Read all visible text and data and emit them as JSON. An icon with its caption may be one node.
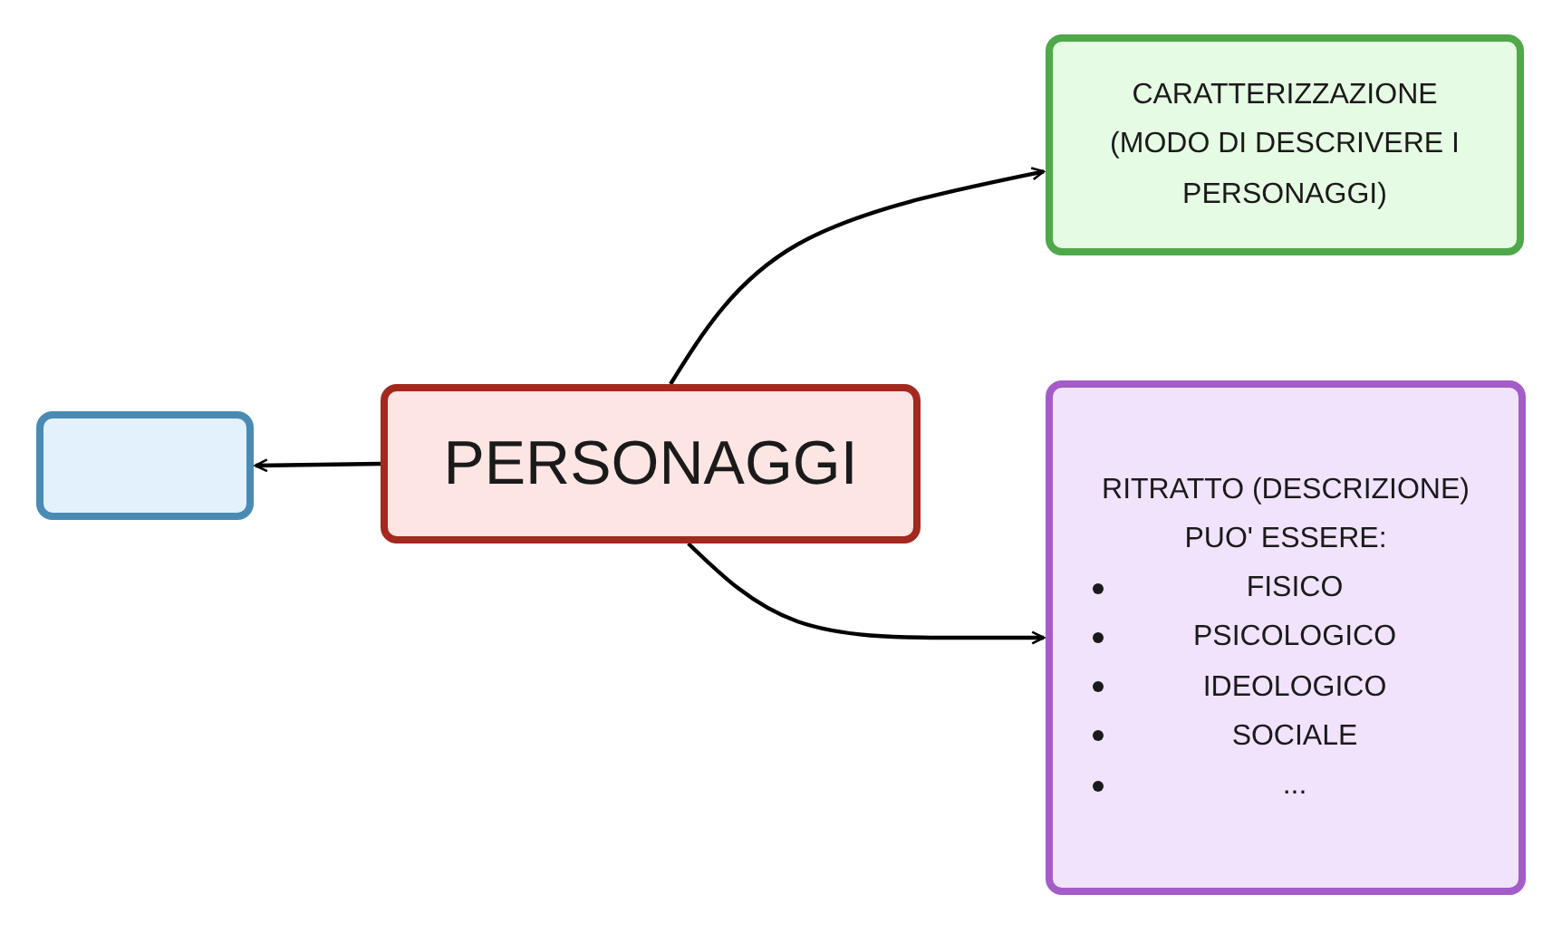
{
  "diagram": {
    "nodes": [
      {
        "text": [
          "PERSONAGGI"
        ]
      },
      {
        "text": [],
        "shape": "box"
      },
      {
        "text": [
          "CARATTERIZZAZIONE (MODO DI DESCRIVERE I PERSONAGGI)"
        ]
      },
      {
        "text": [
          "RITRATTO (DESCRIZIONE) PUO' ESSERE:",
          "FISICO",
          "PSICOLOGICO",
          "IDEOLOGICO",
          "SOCIALE",
          "..."
        ]
      }
    ],
    "edges": [
      {
        "from": 0,
        "to": 1,
        "arrow": "to"
      },
      {
        "from": 0,
        "to": 2,
        "arrow": "to"
      },
      {
        "from": 0,
        "to": 3,
        "arrow": "to"
      }
    ]
  }
}
